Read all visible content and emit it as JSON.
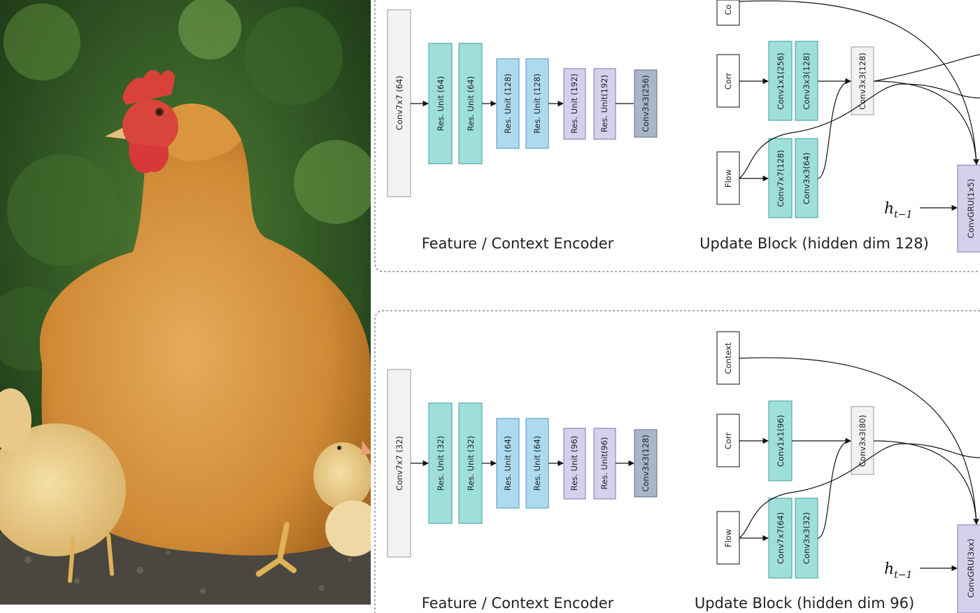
{
  "panels": [
    {
      "encoder": {
        "caption": "Feature / Context Encoder",
        "blocks": [
          "Conv7x7 (64)",
          "Res. Unit (64)",
          "Res. Unit (64)",
          "Res. Unit (128)",
          "Res. Unit (128)",
          "Res. Unit (192)",
          "Res. Unit(192)",
          "Conv3x3(256)"
        ]
      },
      "update": {
        "caption": "Update Block (hidden dim 128)",
        "inputs": {
          "context": "Co",
          "corr": "Corr",
          "flow": "Flow"
        },
        "corr_path": [
          "Conv1x1(256)",
          "Conv3x3(128)"
        ],
        "flow_path": [
          "Conv7x7(128)",
          "Conv3x3(64)"
        ],
        "merge": "Conv3x3(128)",
        "gru": "ConvGRU(1x5)",
        "hidden_label": "h",
        "hidden_sub": "t−1"
      }
    },
    {
      "encoder": {
        "caption": "Feature / Context Encoder",
        "blocks": [
          "Conv7x7 (32)",
          "Res. Unit (32)",
          "Res. Unit (32)",
          "Res. Unit (64)",
          "Res. Unit (64)",
          "Res. Unit (96)",
          "Res. Unit(96)",
          "Conv3x3(128)"
        ]
      },
      "update": {
        "caption": "Update Block (hidden dim 96)",
        "inputs": {
          "context": "Context",
          "corr": "Corr",
          "flow": "Flow"
        },
        "corr_path": [
          "Conv1x1(96)"
        ],
        "flow_path": [
          "Conv7x7(64)",
          "Conv3x3(32)"
        ],
        "merge": "Conv3x3(80)",
        "gru": "ConvGRU(3xx)",
        "hidden_label": "h",
        "hidden_sub": "t−1"
      }
    }
  ],
  "colors": {
    "gray_block": "#f2f2f2",
    "teal_block": "#9fdfdb",
    "blue_block": "#aedaf0",
    "purple_block": "#d5d1ec",
    "slate_block": "#a7b7c9"
  }
}
